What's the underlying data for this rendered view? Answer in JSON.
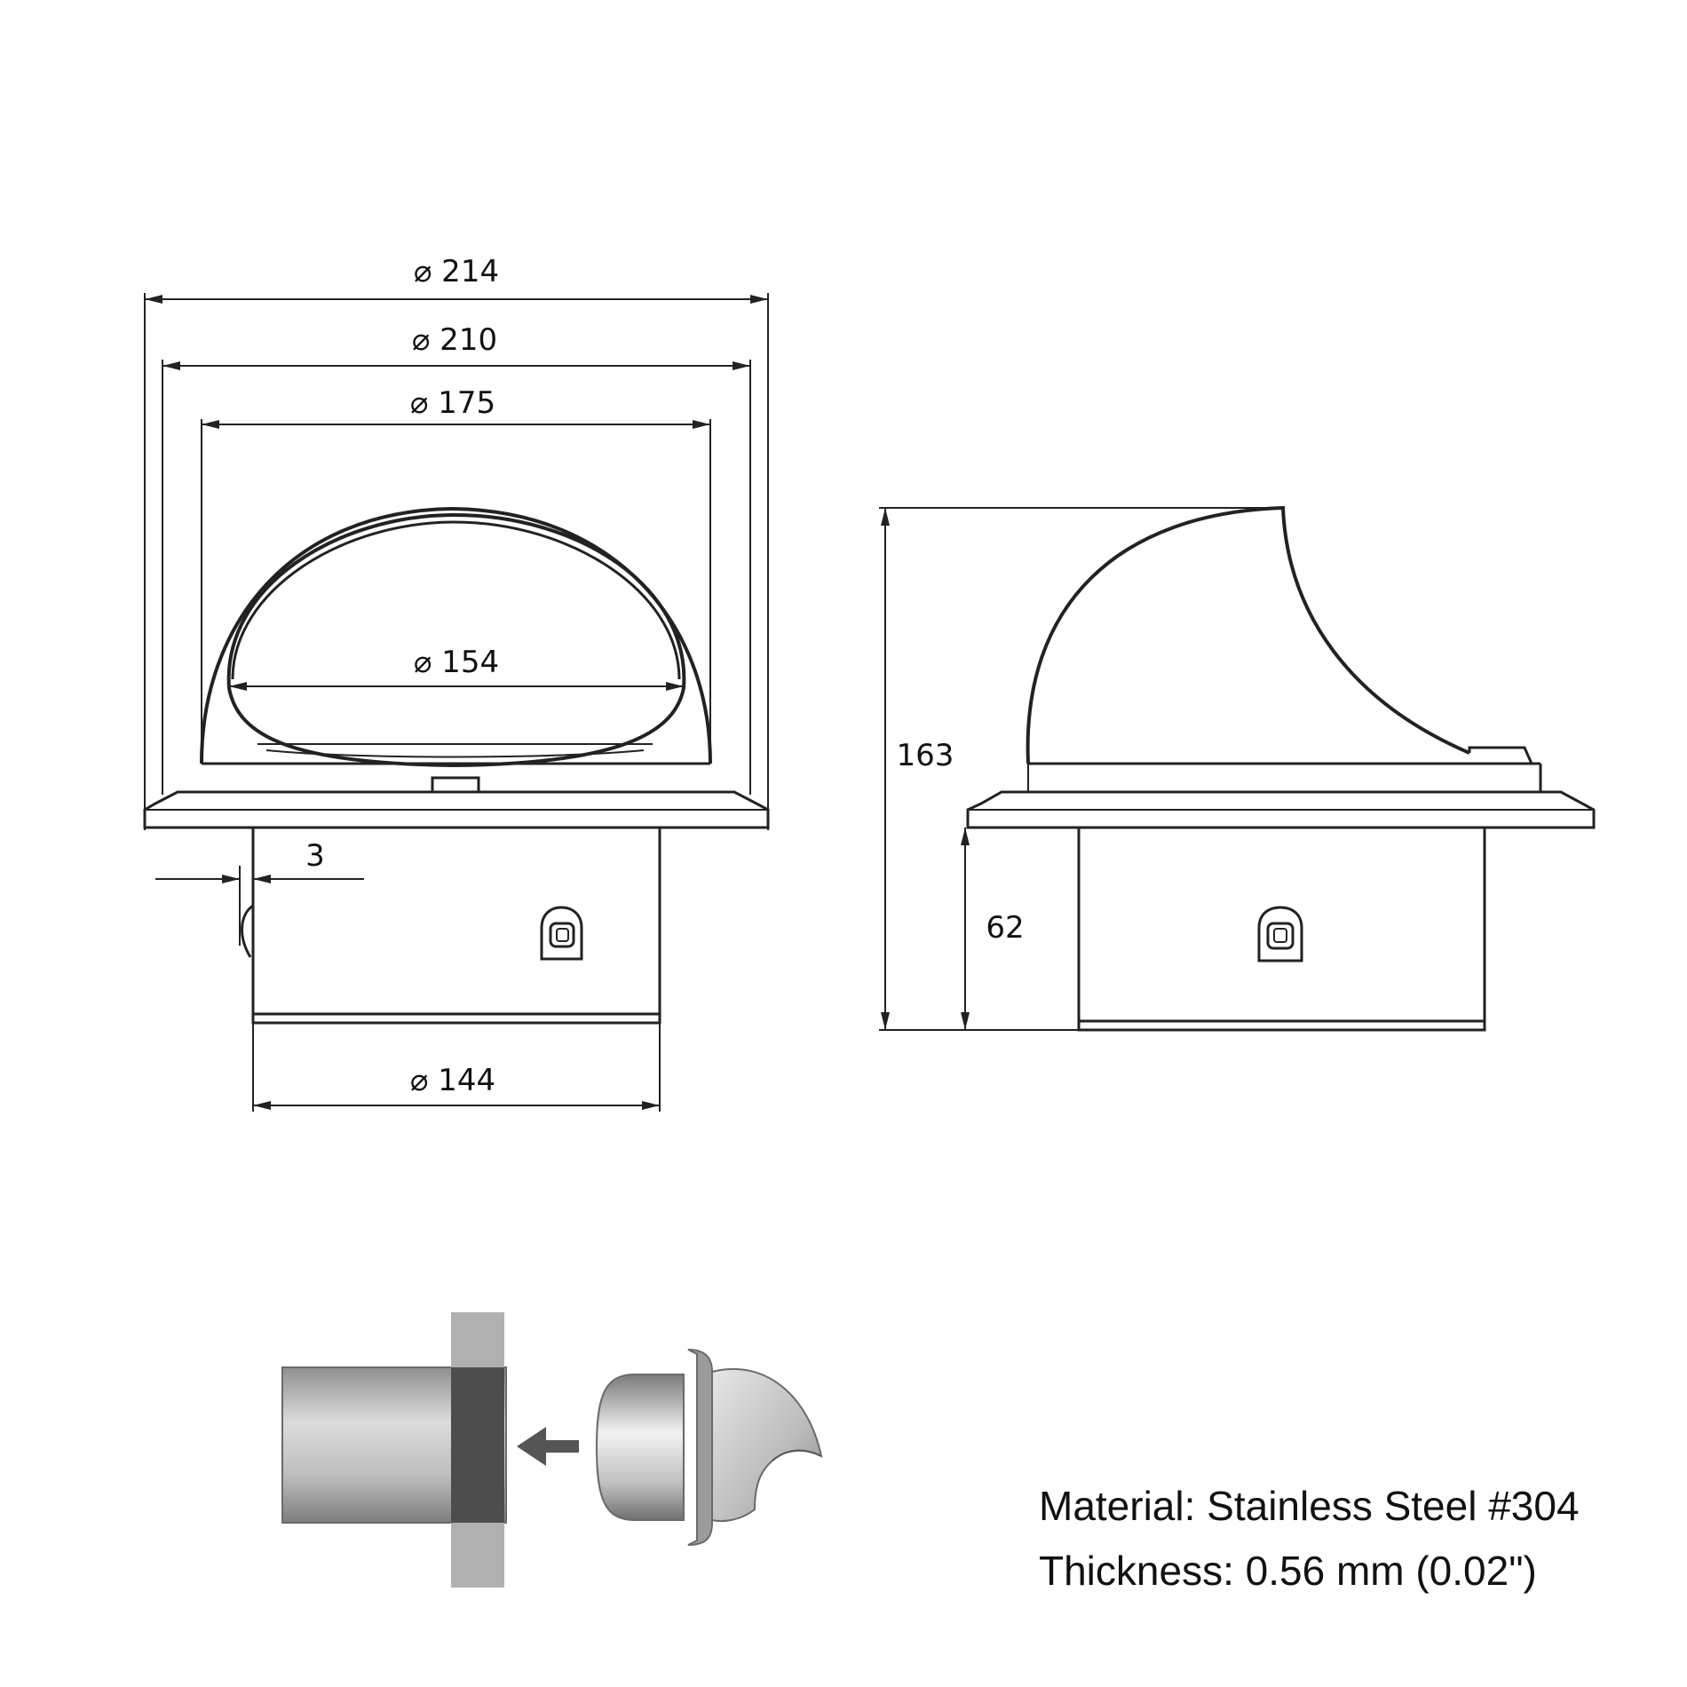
{
  "front_view": {
    "dim_outer_flange": "⌀ 214",
    "dim_flange_plate": "⌀ 210",
    "dim_hood": "⌀ 175",
    "dim_opening": "⌀ 154",
    "dim_duct": "⌀ 144",
    "dim_gap": "3"
  },
  "side_view": {
    "dim_total_height": "163",
    "dim_duct_height": "62"
  },
  "specs": {
    "material": "Material: Stainless Steel #304",
    "thickness": "Thickness: 0.56 mm (0.02\")"
  },
  "colors": {
    "line": "#222222",
    "pipe_light": "#cfcfcf",
    "pipe_dark": "#8a8a8a",
    "wall_light": "#a9a9a9",
    "wall_dark": "#4a4a4a",
    "arrow": "#555555"
  }
}
